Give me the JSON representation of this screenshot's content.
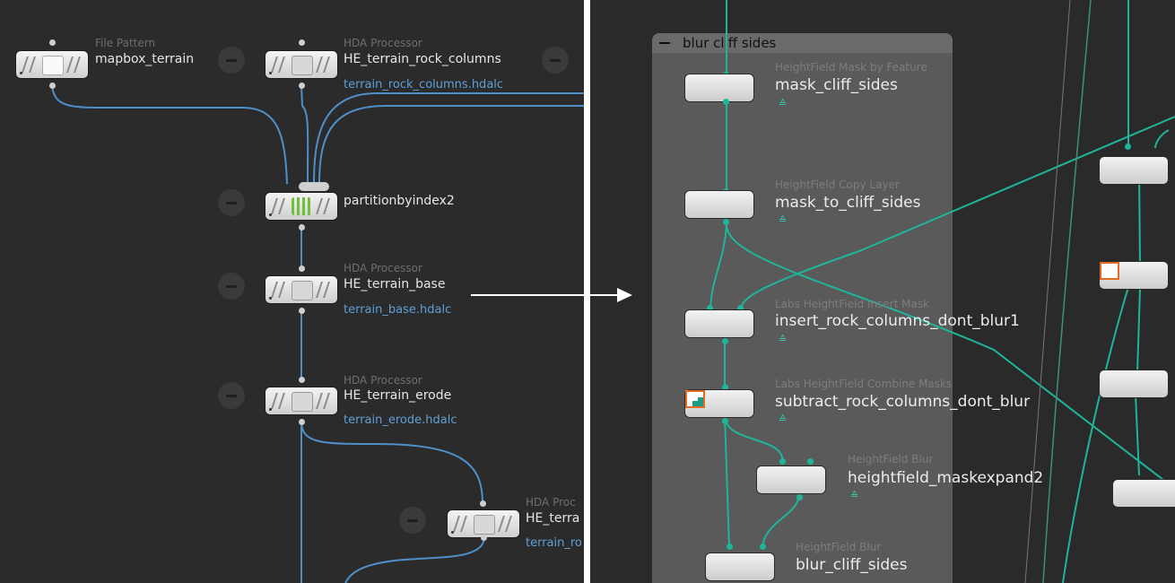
{
  "left": {
    "nodes": [
      {
        "type": "File Pattern",
        "name": "mapbox_terrain",
        "file": ""
      },
      {
        "type": "HDA Processor",
        "name": "HE_terrain_rock_columns",
        "file": "terrain_rock_columns.hdalc"
      },
      {
        "type": "",
        "name": "partitionbyindex2",
        "file": ""
      },
      {
        "type": "HDA Processor",
        "name": "HE_terrain_base",
        "file": "terrain_base.hdalc"
      },
      {
        "type": "HDA Processor",
        "name": "HE_terrain_erode",
        "file": "terrain_erode.hdalc"
      },
      {
        "type": "HDA Proc",
        "name": "HE_terra",
        "file": "terrain_ro"
      }
    ]
  },
  "right": {
    "network_box_title": "blur cliff sides",
    "nodes": [
      {
        "type": "HeightField Mask by Feature",
        "name": "mask_cliff_sides"
      },
      {
        "type": "HeightField Copy Layer",
        "name": "mask_to_cliff_sides"
      },
      {
        "type": "Labs HeightField Insert Mask",
        "name": "insert_rock_columns_dont_blur1"
      },
      {
        "type": "Labs HeightField Combine Masks",
        "name": "subtract_rock_columns_dont_blur"
      },
      {
        "type": "HeightField Blur",
        "name": "heightfield_maskexpand2"
      },
      {
        "type": "HeightField Blur",
        "name": "blur_cliff_sides"
      }
    ],
    "flag_glyph": "≙"
  },
  "colors": {
    "wire_blue": "#4f8fc9",
    "wire_teal": "#1fb59a",
    "file_link": "#5f9fd6",
    "network_box": "#5a5a5a"
  },
  "icons": [
    "file-pattern-icon",
    "hda-processor-icon",
    "partition-by-index-icon",
    "mask-by-feature-icon",
    "copy-layer-icon",
    "insert-mask-icon",
    "combine-masks-icon",
    "heightfield-blur-icon"
  ]
}
